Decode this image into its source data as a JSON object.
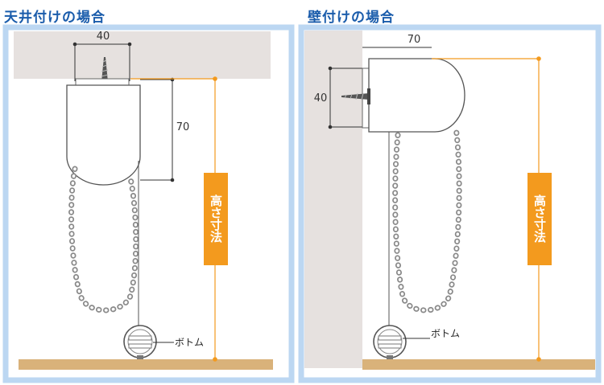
{
  "panels": [
    {
      "title": "天井付けの場合",
      "width_label": "40",
      "depth_label": "70",
      "height_label": "高さ寸法",
      "bottom_label": "ボトム"
    },
    {
      "title": "壁付けの場合",
      "width_label": "70",
      "depth_label": "40",
      "height_label": "高さ寸法",
      "bottom_label": "ボトム"
    }
  ],
  "colors": {
    "heading": "#1a5cab",
    "frame": "#bcd7f2",
    "ceiling": "#e6e1df",
    "floor": "#d9b27a",
    "dimension_orange": "#f39a1e",
    "chain": "#808080"
  }
}
